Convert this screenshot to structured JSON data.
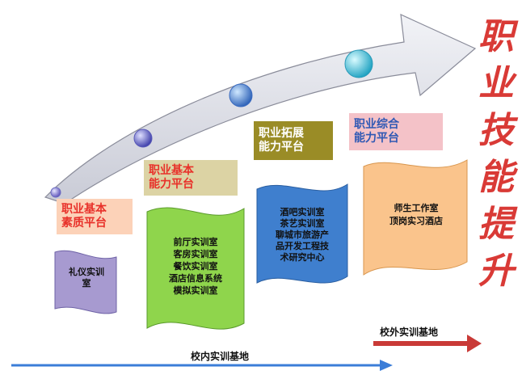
{
  "platforms": [
    {
      "lines": [
        "职业基本",
        "素质平台"
      ],
      "color": "#e8312a",
      "bg": "#fcd2b8"
    },
    {
      "lines": [
        "职业基本",
        "能力平台"
      ],
      "color": "#e8312a",
      "bg": "#dcd3a4"
    },
    {
      "lines": [
        "职业拓展",
        "能力平台"
      ],
      "color": "#ffffff",
      "bg": "#9a8c26"
    },
    {
      "lines": [
        "职业综合",
        "能力平台"
      ],
      "color": "#2e58b4",
      "bg": "#f4c2c8"
    }
  ],
  "labs": [
    {
      "lines": [
        "礼仪实训",
        "室"
      ],
      "fill": "#a79ad0"
    },
    {
      "lines": [
        "前厅实训室",
        "客房实训室",
        "餐饮实训室",
        "酒店信息系统",
        "模拟实训室"
      ],
      "fill": "#8fd54c"
    },
    {
      "lines": [
        "酒吧实训室",
        "茶艺实训室",
        "聊城市旅游产",
        "品开发工程技",
        "术研究中心"
      ],
      "fill": "#3f7fce"
    },
    {
      "lines": [
        "师生工作室",
        "顶岗实习酒店"
      ],
      "fill": "#fac48c"
    }
  ],
  "slogan_chars": [
    "职",
    "业",
    "技",
    "能",
    "提",
    "升"
  ],
  "bases": {
    "internal": "校内实训基地",
    "external": "校外实训基地"
  },
  "colors": {
    "arrow_body": "#dbdce4",
    "arrow_edge": "#8a8c9a",
    "slogan": "#d93a36",
    "internal_arrow": "#3b7dd8",
    "external_arrow": "#c93a37"
  }
}
